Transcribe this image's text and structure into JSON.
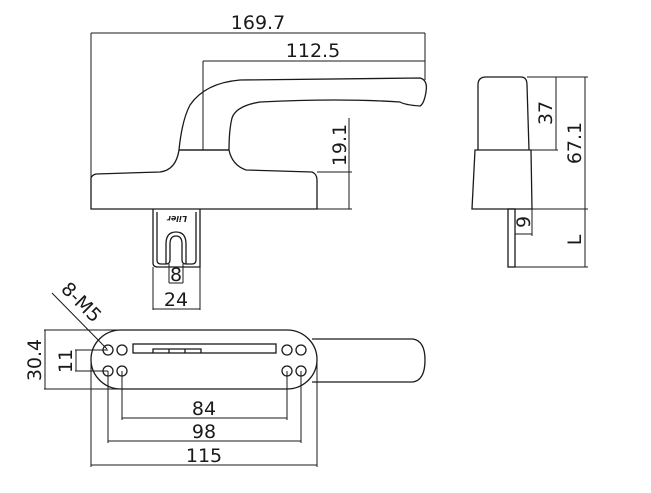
{
  "front_view": {
    "overall_length": "169.7",
    "lever_length": "112.5",
    "base_height": "19.1",
    "spindle_slot": "8",
    "spindle_width": "24",
    "logo": "Liler"
  },
  "side_view": {
    "upper_height": "37",
    "total_height": "67.1",
    "spindle_thickness": "9",
    "spindle_length": "L"
  },
  "bottom_view": {
    "screw_holes": "8-M5",
    "base_width": "30.4",
    "hole_spacing_vertical": "11",
    "hole_spacing_inner": "84",
    "hole_spacing_outer": "98",
    "base_length": "115"
  }
}
